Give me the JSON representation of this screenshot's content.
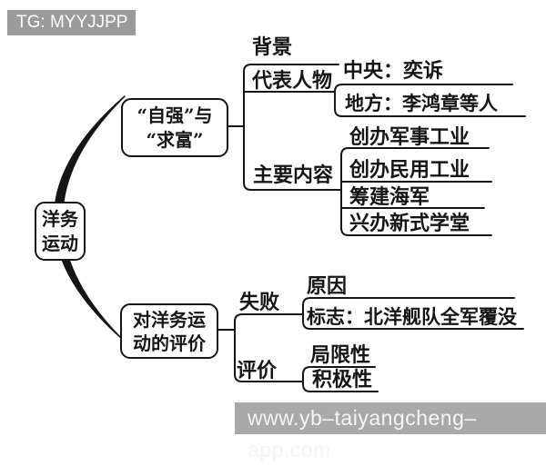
{
  "badge": {
    "text": "TG: MYYJJPP"
  },
  "watermark": {
    "text": "www.yb–taiyangcheng–app.com"
  },
  "colors": {
    "line": "#151515",
    "badge_bg": "#9b9b9b",
    "watermark_bg": "#a9a9a9",
    "background": "#ffffff"
  },
  "mindmap": {
    "root": {
      "line1": "洋务",
      "line2": "运动"
    },
    "branch1": {
      "node": {
        "line1": "“自强”与",
        "line2": "“求富”"
      },
      "beijing": "背景",
      "daibiao_renwu": "代表人物",
      "zhongyang": "中央：奕诉",
      "difang": "地方：李鸿章等人",
      "zhuyao_neirong": "主要内容",
      "content1": "创办军事工业",
      "content2": "创办民用工业",
      "content3": "筹建海军",
      "content4": "兴办新式学堂"
    },
    "branch2": {
      "node": {
        "line1": "对洋务运",
        "line2": "动的评价"
      },
      "shibai": "失败",
      "yuanyin": "原因",
      "biaozhi": "标志：北洋舰队全军覆没",
      "pingjia": "评价",
      "juxianxing": "局限性",
      "jijixing": "积极性"
    }
  }
}
